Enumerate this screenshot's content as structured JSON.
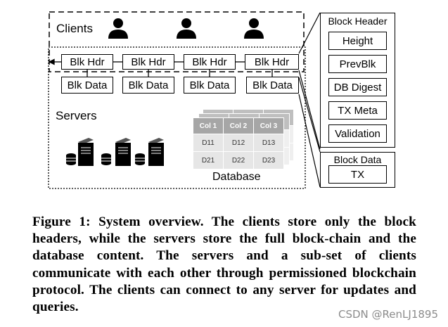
{
  "diagram": {
    "clients_label": "Clients",
    "servers_label": "Servers",
    "database_label": "Database",
    "block_header_chain": [
      "Blk Hdr",
      "Blk Hdr",
      "Blk Hdr",
      "Blk Hdr"
    ],
    "block_data_chain": [
      "Blk Data",
      "Blk Data",
      "Blk Data",
      "Blk Data"
    ],
    "block_header_panel": {
      "title": "Block Header",
      "fields": [
        "Height",
        "PrevBlk",
        "DB Digest",
        "TX Meta",
        "Validation"
      ]
    },
    "block_data_panel": {
      "title": "Block Data",
      "fields": [
        "TX"
      ]
    },
    "table": {
      "columns": [
        "Col 1",
        "Col 2",
        "Col 3"
      ],
      "rows": [
        [
          "D11",
          "D12",
          "D13"
        ],
        [
          "D21",
          "D22",
          "D23"
        ]
      ]
    }
  },
  "caption": "Figure 1: System overview. The clients store only the block headers, while the servers store the full block-chain and the database content. The servers and a sub-set of clients communicate with each other through permissioned blockchain protocol. The clients can connect to any server for updates and queries.",
  "watermark": "CSDN @RenLJ1895"
}
